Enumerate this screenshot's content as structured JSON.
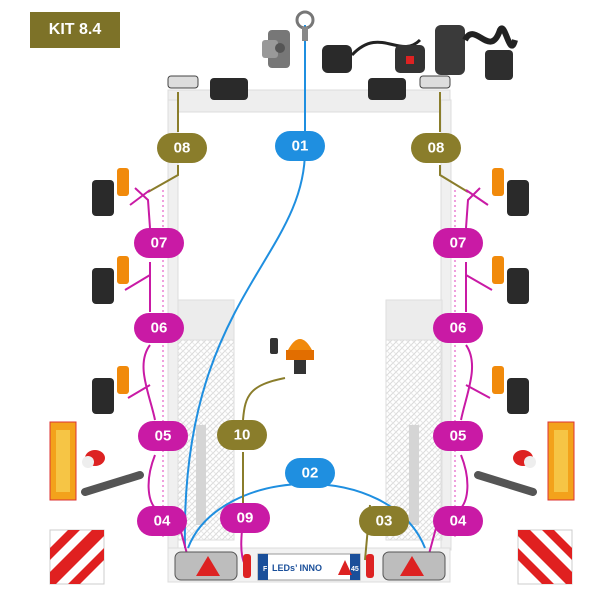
{
  "badge": "KIT 8.4",
  "plate": {
    "brand": "LEDs’ INNO",
    "left_digit": "F",
    "right_digit": "45"
  },
  "colors": {
    "badge": "#7d7228",
    "olive": "#8a7d2b",
    "blue": "#1f8fe0",
    "magenta": "#c91aa5",
    "amber": "#f18a0b",
    "red": "#d62020",
    "frame": "#e9e9e9"
  },
  "connectors": [
    {
      "id": "08",
      "color": "olive"
    },
    {
      "id": "01",
      "color": "blue"
    },
    {
      "id": "08",
      "color": "olive"
    },
    {
      "id": "07",
      "color": "magenta"
    },
    {
      "id": "07",
      "color": "magenta"
    },
    {
      "id": "06",
      "color": "magenta"
    },
    {
      "id": "06",
      "color": "magenta"
    },
    {
      "id": "10",
      "color": "olive"
    },
    {
      "id": "05",
      "color": "magenta"
    },
    {
      "id": "05",
      "color": "magenta"
    },
    {
      "id": "02",
      "color": "blue"
    },
    {
      "id": "04",
      "color": "magenta"
    },
    {
      "id": "09",
      "color": "magenta"
    },
    {
      "id": "03",
      "color": "olive"
    },
    {
      "id": "04",
      "color": "magenta"
    }
  ],
  "icons": [
    "ring-connector-icon",
    "adapter-plug-icon",
    "coiled-cable-plug-icon",
    "bracket-lamp-icon",
    "side-marker-lamp-icon",
    "outline-marker-lamp-icon",
    "beacon-light-icon",
    "retroreflector-icon",
    "warning-plate-icon",
    "rear-combination-lamp-icon",
    "license-plate-icon"
  ]
}
